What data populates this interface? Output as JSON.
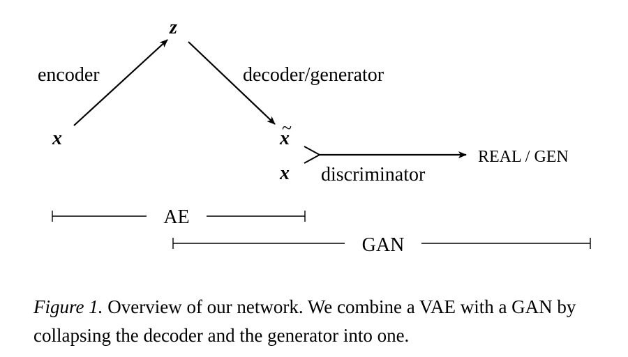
{
  "diagram": {
    "nodes": {
      "z": "z",
      "x_input": "x",
      "x_tilde": "x",
      "x_real": "x",
      "tilde_mark": "~"
    },
    "edges": {
      "encoder": "encoder",
      "decoder_generator": "decoder/generator",
      "discriminator": "discriminator"
    },
    "output": "REAL / GEN",
    "spans": {
      "ae": "AE",
      "gan": "GAN"
    }
  },
  "caption": {
    "figure_number": "Figure 1.",
    "text": " Overview of our network.  We combine a VAE with a GAN by collapsing the decoder and the generator into one."
  }
}
